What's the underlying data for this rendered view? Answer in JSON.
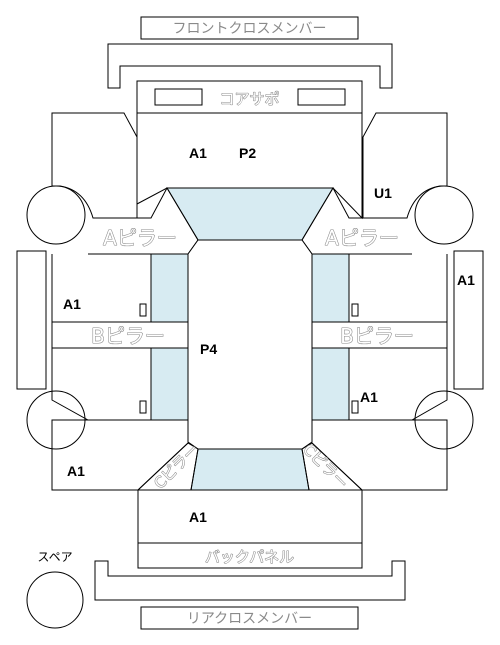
{
  "parts": {
    "front_cross_member": "フロントクロスメンバー",
    "core_support": "コアサポ",
    "a_pillar_left": "Aピラー",
    "a_pillar_right": "Aピラー",
    "b_pillar_left": "Bピラー",
    "b_pillar_right": "Bピラー",
    "c_pillar_left": "Cピラー",
    "c_pillar_right": "Cピラー",
    "back_panel": "バックパネル",
    "rear_cross_member": "リアクロスメンバー",
    "spare": "スペア"
  },
  "marks": {
    "hood_left": "A1",
    "hood_right": "P2",
    "front_fender_right": "U1",
    "right_side_sill": "A1",
    "left_front_door": "A1",
    "roof": "P4",
    "right_rear_door": "A1",
    "left_rear_quarter": "A1",
    "trunk": "A1"
  },
  "colors": {
    "line": "#000000",
    "glass": "#d7ebf2",
    "part_text_outline": "#8a8a8a"
  }
}
